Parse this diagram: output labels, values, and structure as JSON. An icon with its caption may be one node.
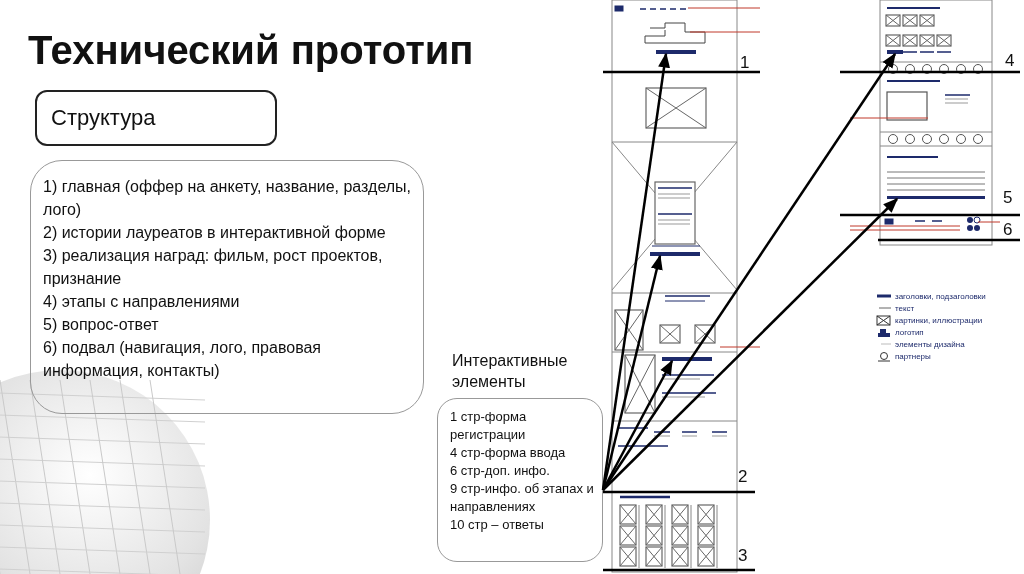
{
  "diagram": {
    "title": "Технический прототип",
    "nodes": [
      {
        "text": [
          "Структура"
        ]
      },
      {
        "text": [
          "1) главная (оффер на анкету, название, разделы, лого)",
          "2) истории лауреатов в интерактивной форме",
          "3) реализация наград: фильм, рост проектов, признание",
          "4) этапы с направлениями",
          "5) вопрос-ответ",
          "6) подвал (навигация, лого, правовая информация, контакты)"
        ]
      },
      {
        "text": [
          "Интерактивные элементы",
          "1 стр-форма регистрации",
          "4 стр-форма ввода",
          "6 стр-доп. инфо.",
          "9 стр-инфо. об этапах и направлениях",
          "10 стр – ответы"
        ]
      },
      {
        "text": [],
        "shape": "bar"
      },
      {
        "text": [],
        "shape": "bar"
      },
      {
        "text": [],
        "shape": "bar"
      },
      {
        "text": [],
        "shape": "bar"
      },
      {
        "text": [],
        "shape": "bar"
      }
    ],
    "edges": [
      {
        "from": 2,
        "to": 3,
        "arrow": "to"
      },
      {
        "from": 2,
        "to": 4,
        "arrow": "to"
      },
      {
        "from": 2,
        "to": 5,
        "arrow": "to"
      },
      {
        "from": 2,
        "to": 6,
        "arrow": "to"
      },
      {
        "from": 2,
        "to": 7,
        "arrow": "to"
      }
    ],
    "labels": [
      "1",
      "4",
      "5",
      "6",
      "2",
      "3"
    ],
    "legend": [
      {
        "text": "заголовки, подзаголовки"
      },
      {
        "text": "текст"
      },
      {
        "text": "картинки, иллюстрации"
      },
      {
        "text": "логотип"
      },
      {
        "text": "элементы дизайна"
      },
      {
        "text": "партнеры"
      }
    ]
  }
}
